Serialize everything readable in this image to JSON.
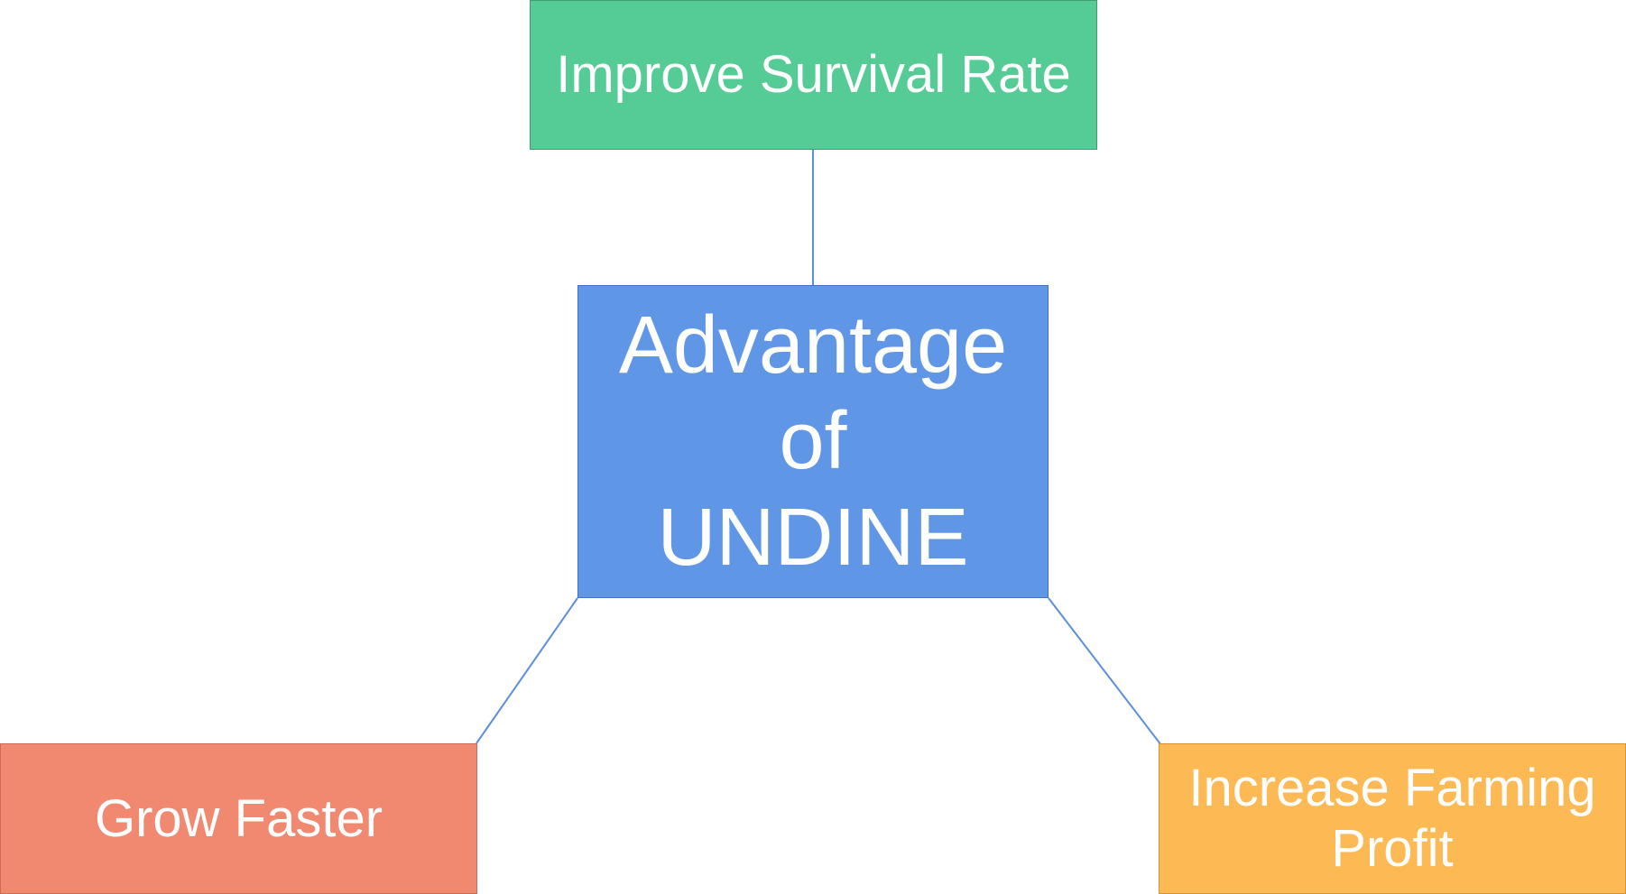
{
  "diagram": {
    "center": {
      "lines": [
        "Advantage",
        "of",
        "UNDINE"
      ],
      "color": "#5f97e6"
    },
    "top": {
      "label": "Improve Survival Rate",
      "color": "#55cb95"
    },
    "left": {
      "label": "Grow Faster",
      "color": "#f18870"
    },
    "right": {
      "lines": [
        "Increase Farming",
        "Profit"
      ],
      "color": "#fdb954"
    },
    "connector_color": "#5b8fd9"
  }
}
